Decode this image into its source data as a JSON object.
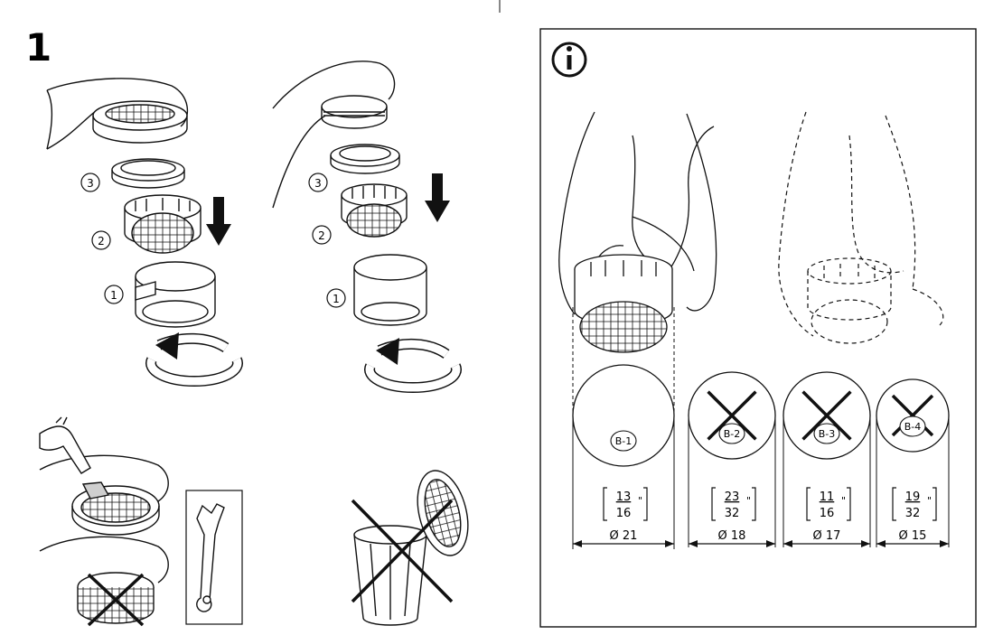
{
  "step": {
    "number": "1"
  },
  "left_panel": {
    "install_a": {
      "parts": [
        {
          "label": "3",
          "name": "seal-ring"
        },
        {
          "label": "2",
          "name": "aerator-insert"
        },
        {
          "label": "1",
          "name": "aerator-housing"
        }
      ]
    },
    "install_b": {
      "parts": [
        {
          "label": "3",
          "name": "seal-ring"
        },
        {
          "label": "2",
          "name": "aerator-insert"
        },
        {
          "label": "1",
          "name": "aerator-housing"
        }
      ]
    }
  },
  "info_panel": {
    "icon": "info-icon",
    "sizes": [
      {
        "code": "B-1",
        "frac_num": "13",
        "frac_den": "16",
        "inch_mark": "\"",
        "diameter": "21",
        "diameter_symbol": "Ø",
        "ok": true
      },
      {
        "code": "B-2",
        "frac_num": "23",
        "frac_den": "32",
        "inch_mark": "\"",
        "diameter": "18",
        "diameter_symbol": "Ø",
        "ok": false
      },
      {
        "code": "B-3",
        "frac_num": "11",
        "frac_den": "16",
        "inch_mark": "\"",
        "diameter": "17",
        "diameter_symbol": "Ø",
        "ok": false
      },
      {
        "code": "B-4",
        "frac_num": "19",
        "frac_den": "32",
        "inch_mark": "\"",
        "diameter": "15",
        "diameter_symbol": "Ø",
        "ok": false
      }
    ]
  },
  "colors": {
    "ink": "#111111",
    "fill": "#ffffff",
    "grey": "#cfcfcf"
  }
}
